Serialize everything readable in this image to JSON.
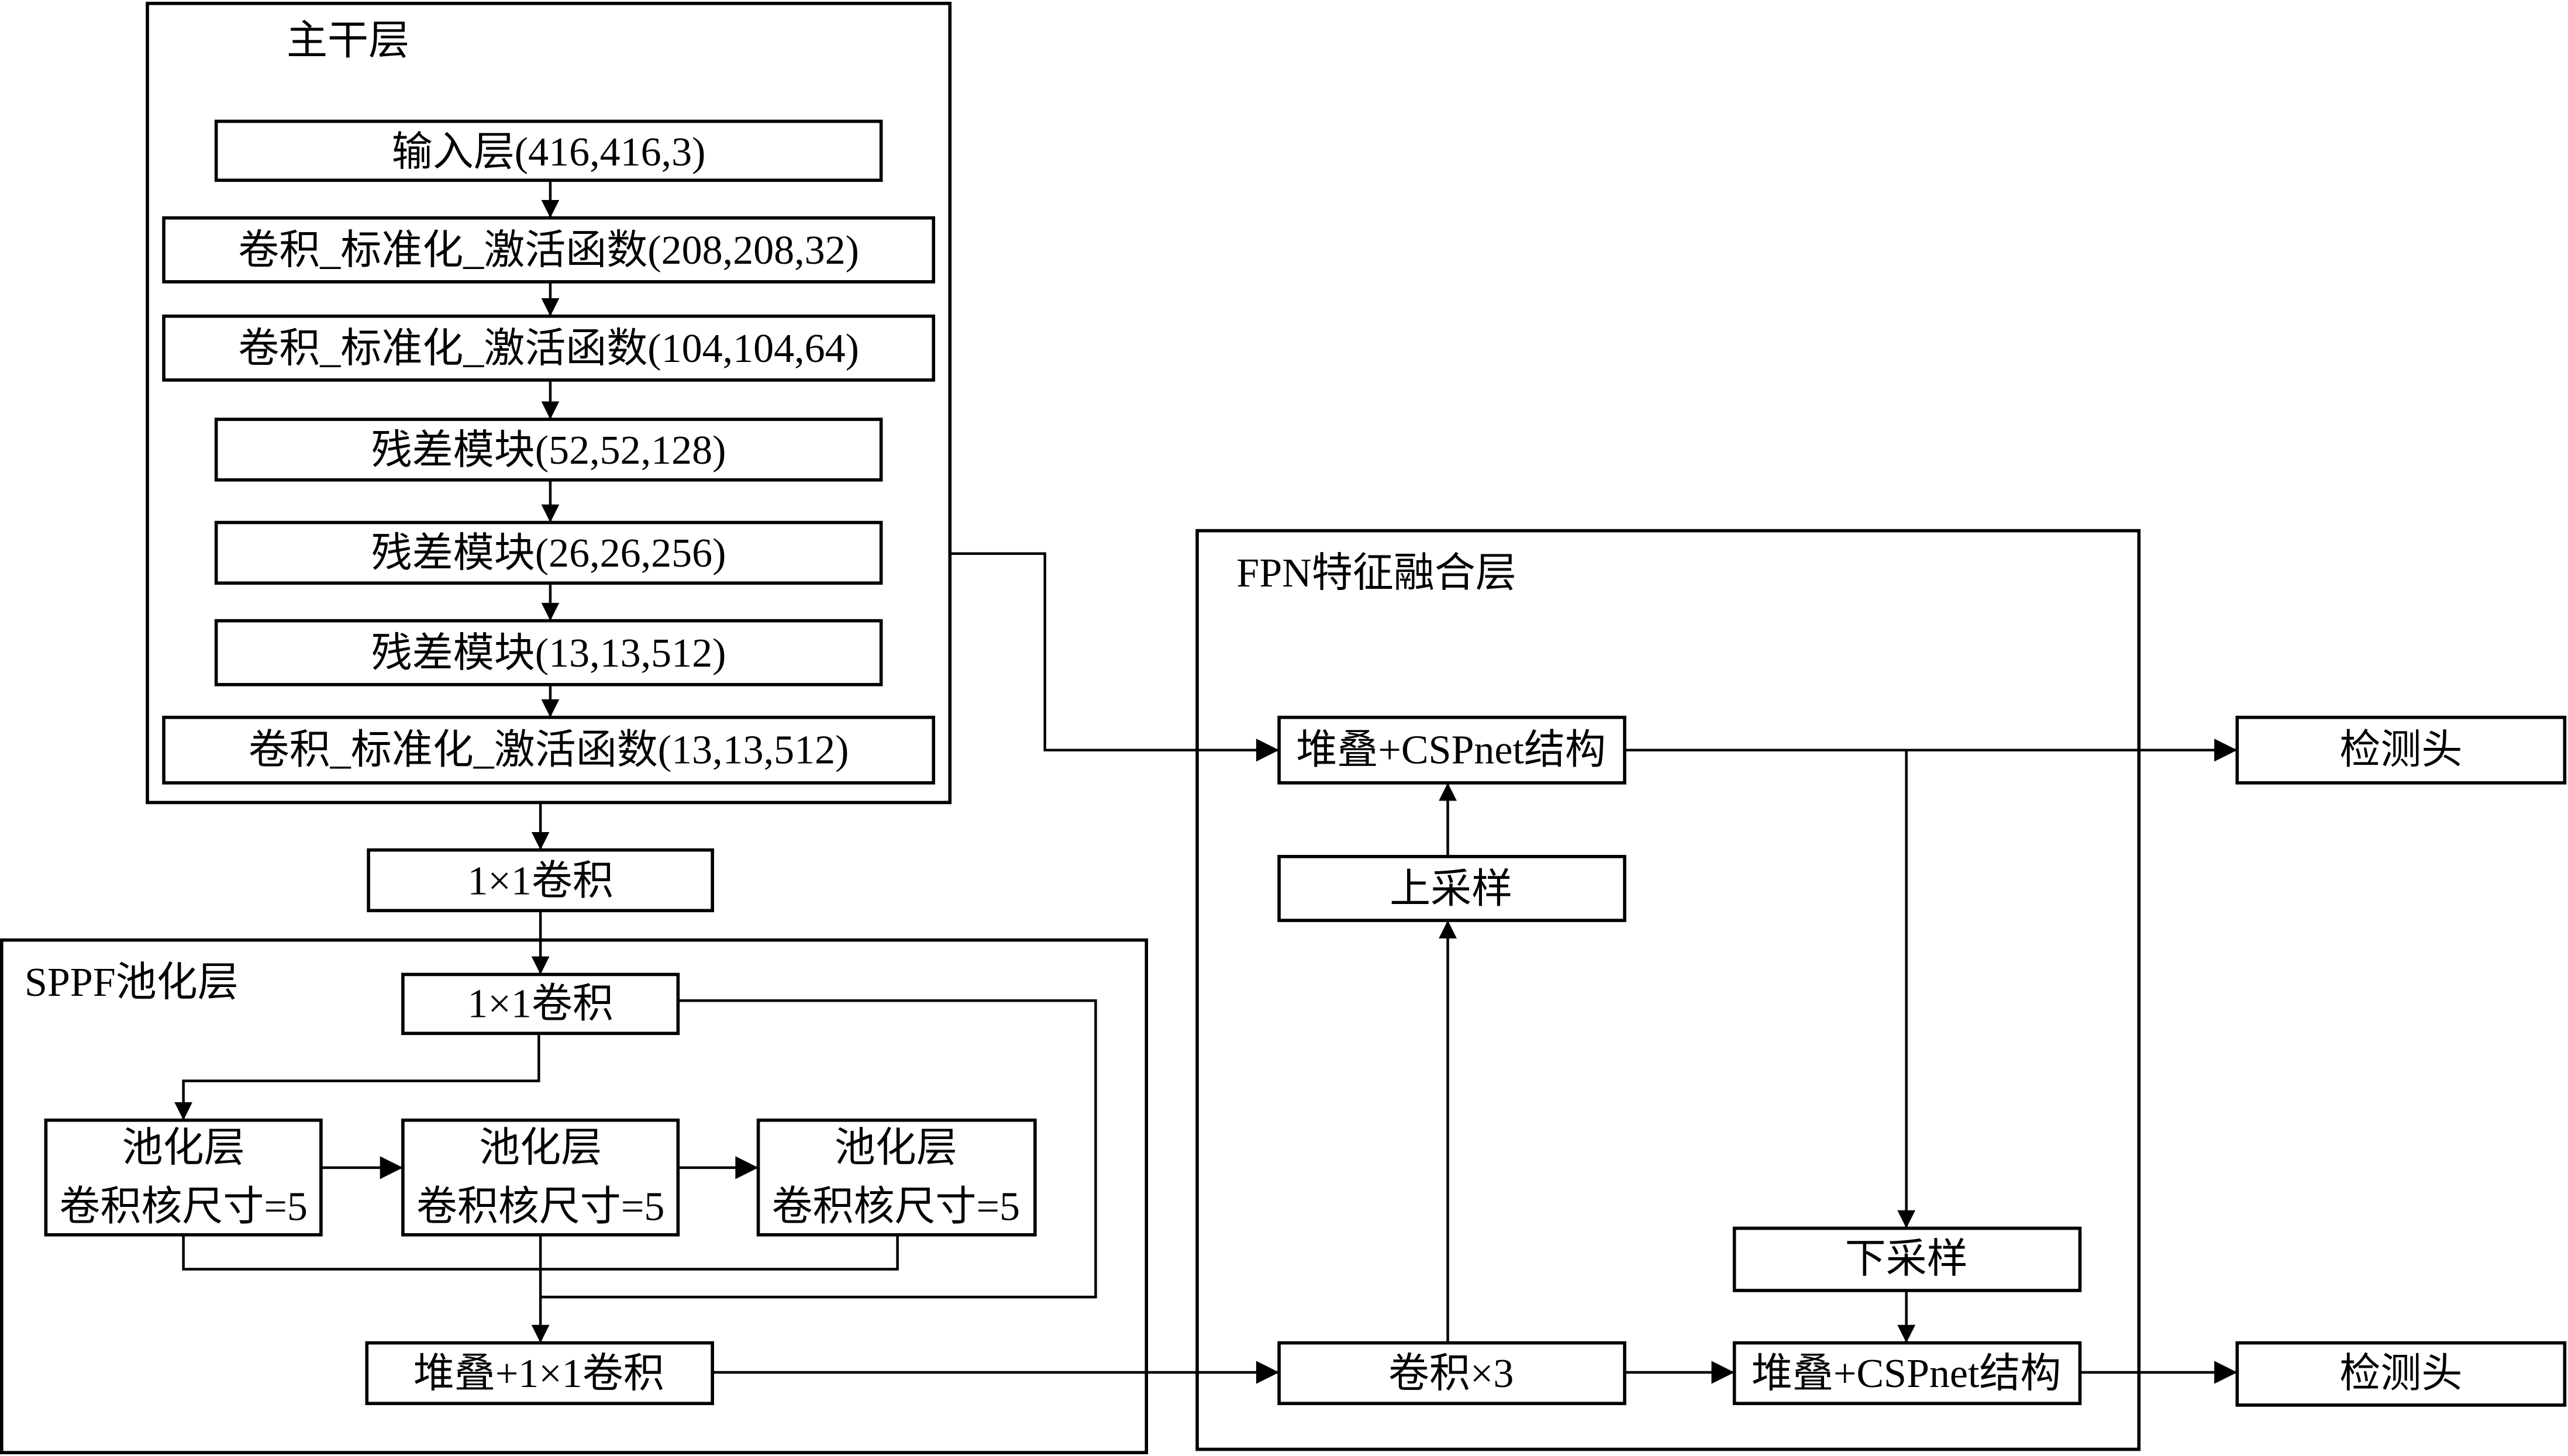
{
  "groups": {
    "backbone": {
      "title": "主干层"
    },
    "sppf": {
      "title": "SPPF池化层"
    },
    "fpn": {
      "title": "FPN特征融合层"
    }
  },
  "backbone": {
    "input": "输入层(416,416,3)",
    "conv1": "卷积_标准化_激活函数(208,208,32)",
    "conv2": "卷积_标准化_激活函数(104,104,64)",
    "res1": "残差模块(52,52,128)",
    "res2": "残差模块(26,26,256)",
    "res3": "残差模块(13,13,512)",
    "conv3": "卷积_标准化_激活函数(13,13,512)"
  },
  "mid_conv": "1×1卷积",
  "sppf": {
    "conv_in": "1×1卷积",
    "pool_title": "池化层",
    "pool_kernel": "卷积核尺寸=5",
    "pools": [
      {
        "line1": "池化层",
        "line2": "卷积核尺寸=5"
      },
      {
        "line1": "池化层",
        "line2": "卷积核尺寸=5"
      },
      {
        "line1": "池化层",
        "line2": "卷积核尺寸=5"
      }
    ],
    "concat": "堆叠+1×1卷积"
  },
  "fpn": {
    "stack_top": "堆叠+CSPnet结构",
    "upsample": "上采样",
    "conv3x": "卷积×3",
    "downsample": "下采样",
    "stack_bottom": "堆叠+CSPnet结构"
  },
  "heads": {
    "top": "检测头",
    "bottom": "检测头"
  }
}
